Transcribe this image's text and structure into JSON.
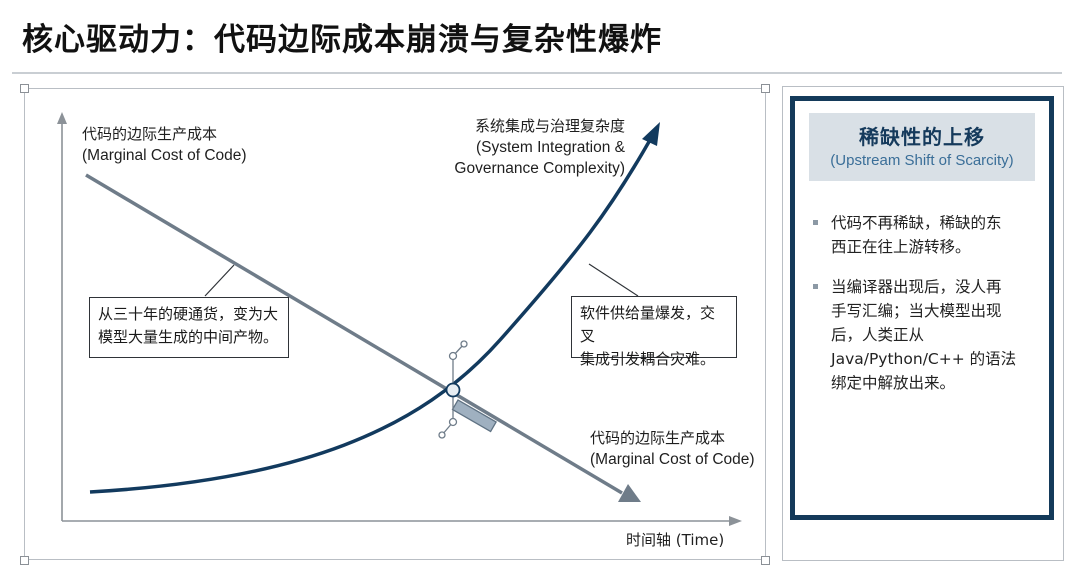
{
  "page": {
    "title": "核心驱动力：代码边际成本崩溃与复杂性爆炸"
  },
  "diagram": {
    "y_axis_label_zh": "代码的边际生产成本",
    "y_axis_label_en": "(Marginal Cost of Code)",
    "rising_curve_label_zh": "系统集成与治理复杂度",
    "rising_curve_label_en_1": "(System Integration &",
    "rising_curve_label_en_2": "Governance Complexity)",
    "falling_line_label_zh": "代码的边际生产成本",
    "falling_line_label_en": "(Marginal Cost of Code)",
    "x_axis_label": "时间轴 (Time)",
    "callout_left_line1": "从三十年的硬通货，变为大",
    "callout_left_line2": "模型大量生成的中间产物。",
    "callout_right_line1": "软件供给量爆发，交叉",
    "callout_right_line2": "集成引发耦合灾难。",
    "colors": {
      "rising_curve": "#123a5e",
      "falling_line": "#6f7c89",
      "axis": "#8c9298"
    }
  },
  "sidebar": {
    "title": "稀缺性的上移",
    "subtitle": "(Upstream Shift of Scarcity)",
    "bullets": [
      {
        "line1": "代码不再稀缺，稀缺的东",
        "line2": "西正在往上游转移。"
      },
      {
        "line1": "当编译器出现后，没人再",
        "line2": "手写汇编；当大模型出现",
        "line3": "后，人类正从",
        "line4": "Java/Python/C++ 的语法",
        "line5": "绑定中解放出来。"
      }
    ],
    "colors": {
      "border": "#143a5a",
      "header_bg": "#d9e0e6",
      "title": "#153a5c",
      "subtitle": "#3a6e98"
    }
  }
}
